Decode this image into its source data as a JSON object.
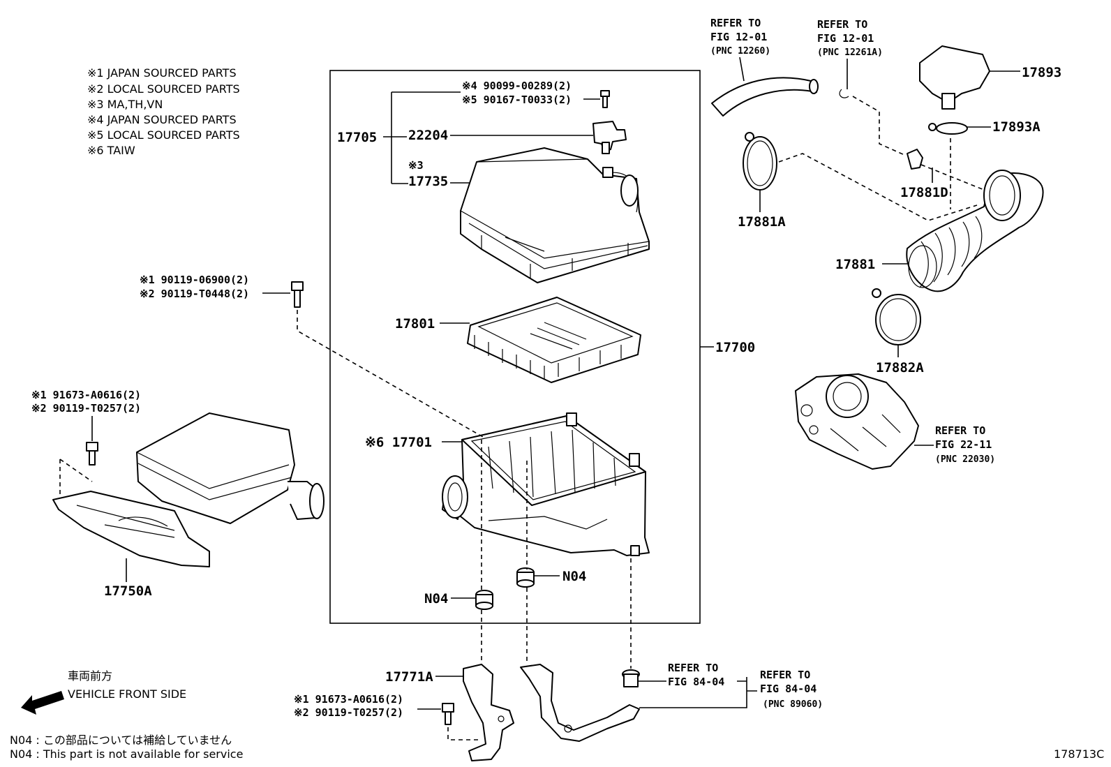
{
  "notes": [
    "※1 JAPAN SOURCED PARTS",
    "※2 LOCAL SOURCED PARTS",
    "※3 MA,TH,VN",
    "※4 JAPAN SOURCED PARTS",
    "※5 LOCAL SOURCED PARTS",
    "※6 TAIW"
  ],
  "refs": {
    "r1": [
      "REFER TO",
      "FIG 12-01",
      "(PNC 12260)"
    ],
    "r2": [
      "REFER TO",
      "FIG 12-01",
      "(PNC 12261A)"
    ],
    "r3": [
      "REFER TO",
      "FIG 22-11",
      "(PNC 22030)"
    ],
    "r4": [
      "REFER TO",
      "FIG 84-04"
    ],
    "r5": [
      "REFER TO",
      "FIG 84-04",
      "(PNC 89060)"
    ]
  },
  "labels": {
    "p17893": "17893",
    "p17893A": "17893A",
    "p17881D": "17881D",
    "p17881A": "17881A",
    "p17881": "17881",
    "p17882A": "17882A",
    "p17705": "17705",
    "p22204": "22204",
    "p17735_note": "※3",
    "p17735": "17735",
    "p17801": "17801",
    "p17700": "17700",
    "p17701": "※6 17701",
    "p17750A": "17750A",
    "n04a": "N04",
    "n04b": "N04",
    "p17771A": "17771A",
    "bolt_top_1": "※4 90099-00289(2)",
    "bolt_top_2": "※5 90167-T0033(2)",
    "bolt_mid_1": "※1 90119-06900(2)",
    "bolt_mid_2": "※2 90119-T0448(2)",
    "bolt_left_1": "※1 91673-A0616(2)",
    "bolt_left_2": "※2 90119-T0257(2)",
    "bolt_bot_1": "※1 91673-A0616(2)",
    "bolt_bot_2": "※2 90119-T0257(2)"
  },
  "direction": {
    "jp": "車両前方",
    "en": "VEHICLE FRONT SIDE"
  },
  "footnotes": {
    "jp": "N04 : この部品については補給していません",
    "en": "N04 : This part is not available for service"
  },
  "figure_id": "178713C"
}
